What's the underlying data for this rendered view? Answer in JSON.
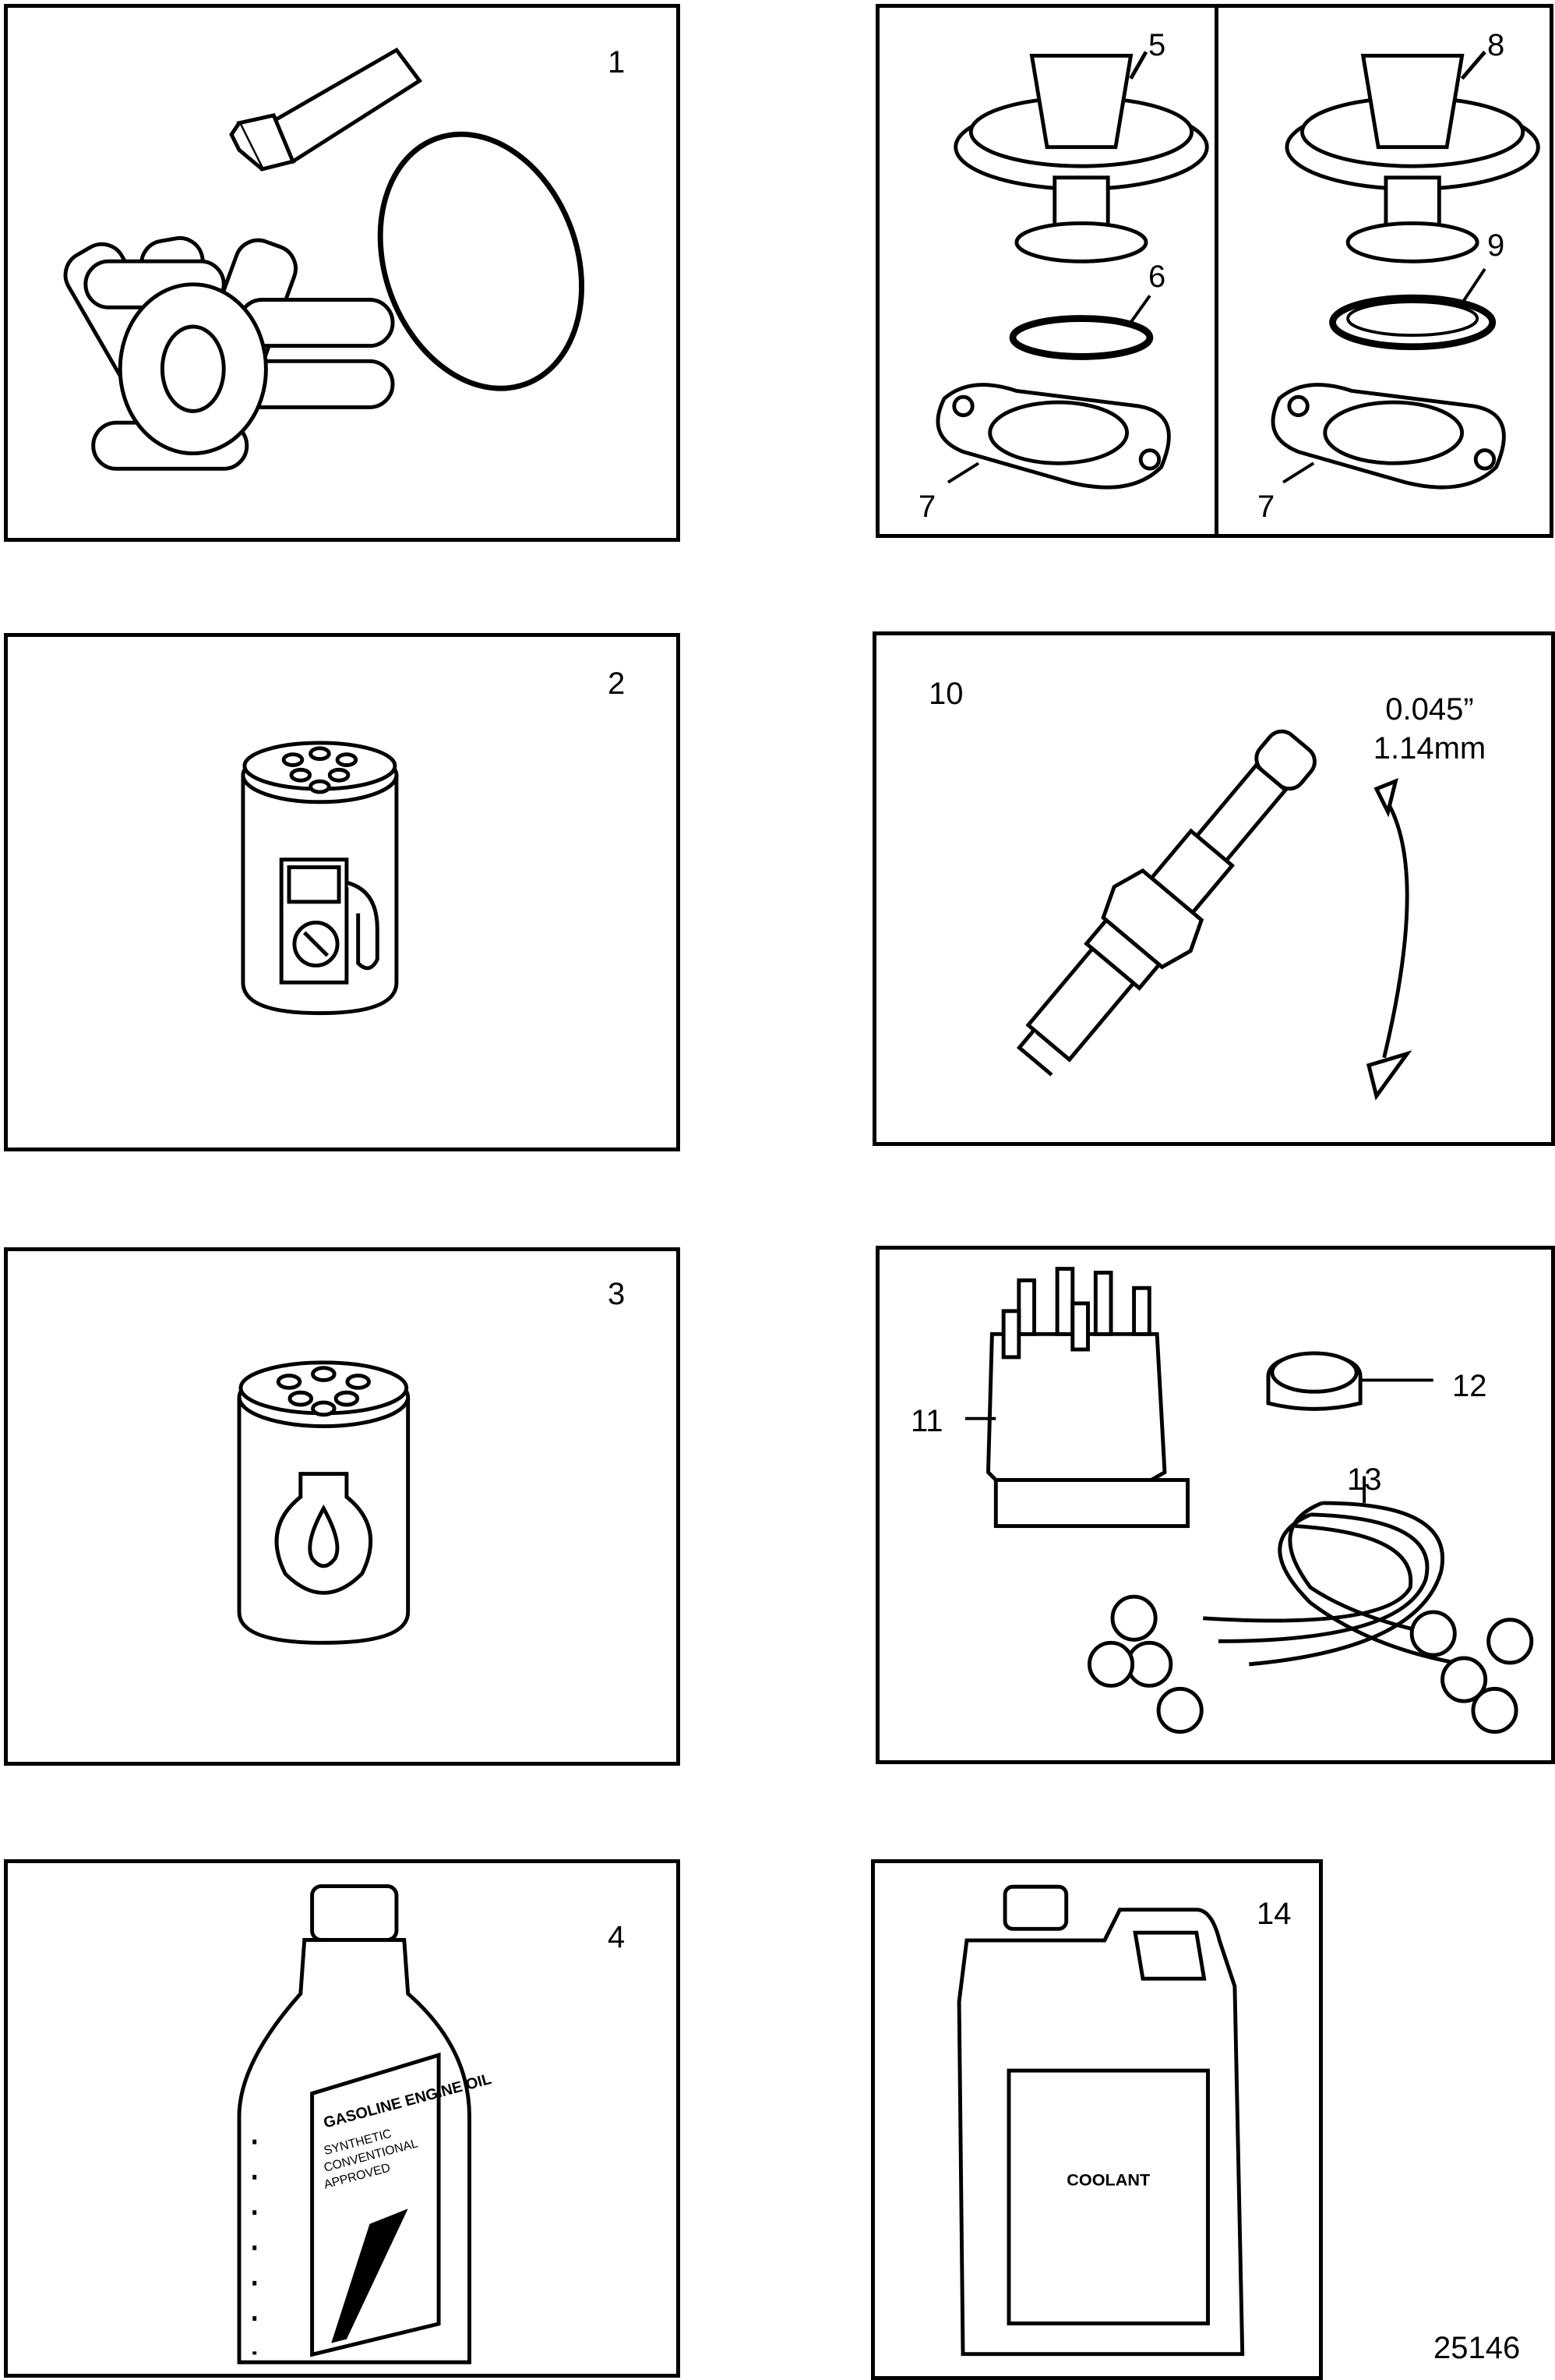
{
  "panels": {
    "p1": {
      "label": "1"
    },
    "p2": {
      "label": "2"
    },
    "p3": {
      "label": "3"
    },
    "p4": {
      "label": "4",
      "bottle_text": "GASOLINE ENGINE OIL",
      "bottle_sub1": "SYNTHETIC",
      "bottle_sub2": "CONVENTIONAL",
      "bottle_sub3": "APPROVED"
    },
    "p5": {
      "label_5": "5",
      "label_6": "6",
      "label_7a": "7",
      "label_8": "8",
      "label_9": "9",
      "label_7b": "7"
    },
    "p10": {
      "label": "10",
      "gap_in": "0.045”",
      "gap_mm": "1.14mm"
    },
    "p11": {
      "label_11": "11",
      "label_12": "12",
      "label_13": "13"
    },
    "p14": {
      "label": "14",
      "jug_text": "COOLANT"
    }
  },
  "figure_id": "25146",
  "icons": [
    "impeller-icon",
    "grease-tube-icon",
    "o-ring-icon",
    "fuel-filter-icon",
    "oil-filter-icon",
    "oil-bottle-icon",
    "thermostat-icon",
    "gasket-icon",
    "spark-plug-icon",
    "distributor-cap-icon",
    "rotor-icon",
    "spark-plug-wires-icon",
    "coolant-jug-icon"
  ]
}
